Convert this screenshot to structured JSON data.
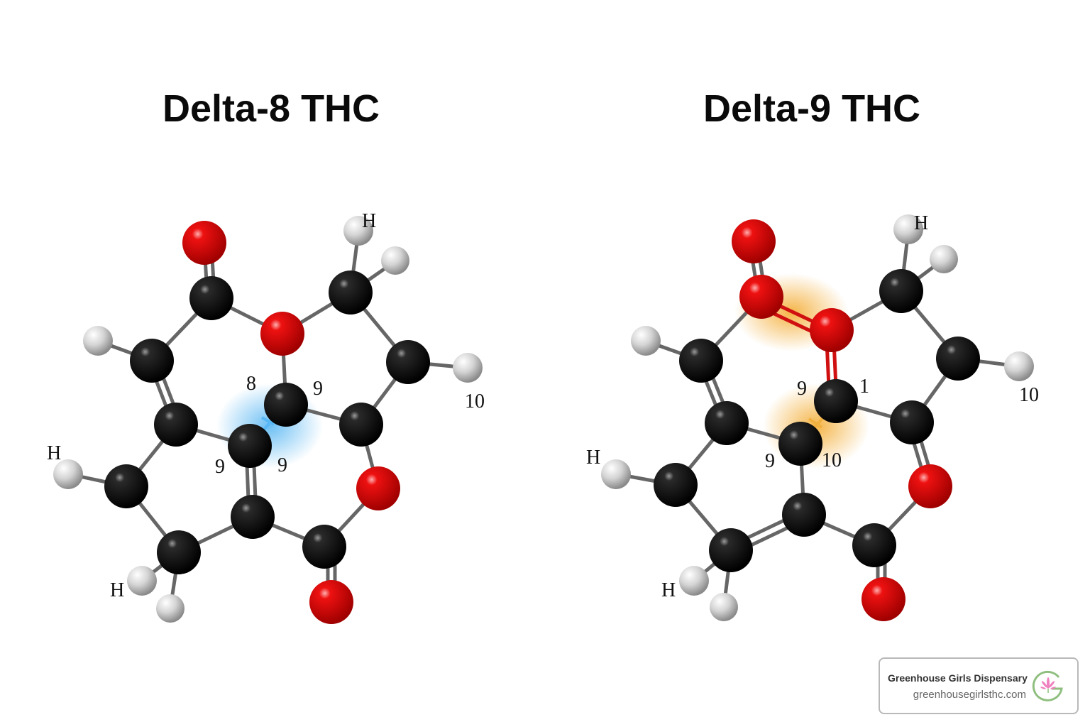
{
  "titles": {
    "left": "Delta-8 THC",
    "right": "Delta-9 THC"
  },
  "molecules": {
    "delta8": {
      "highlight_color": "#3aa9f0",
      "labels": {
        "h_top": "H",
        "h_left": "H",
        "h_bottom": "H",
        "num_10": "10",
        "num_8": "8",
        "num_9_top": "9",
        "num_9_left": "9",
        "num_9_right": "9"
      }
    },
    "delta9": {
      "highlight_color": "#f2a21a",
      "labels": {
        "h_top": "H",
        "h_left": "H",
        "h_bottom": "H",
        "num_10_right": "10",
        "num_9_top": "9",
        "num_1": "1",
        "num_9_left": "9",
        "num_10_center": "10"
      }
    },
    "atom_colors": {
      "carbon": "#111111",
      "oxygen": "#e00000",
      "hydrogen": "#d8d8d8",
      "bond": "#666666"
    }
  },
  "badge": {
    "name": "Greenhouse Girls Dispensary",
    "url": "greenhousegirlsthc.com",
    "logo_icon": "greenhouse-girls-logo"
  }
}
